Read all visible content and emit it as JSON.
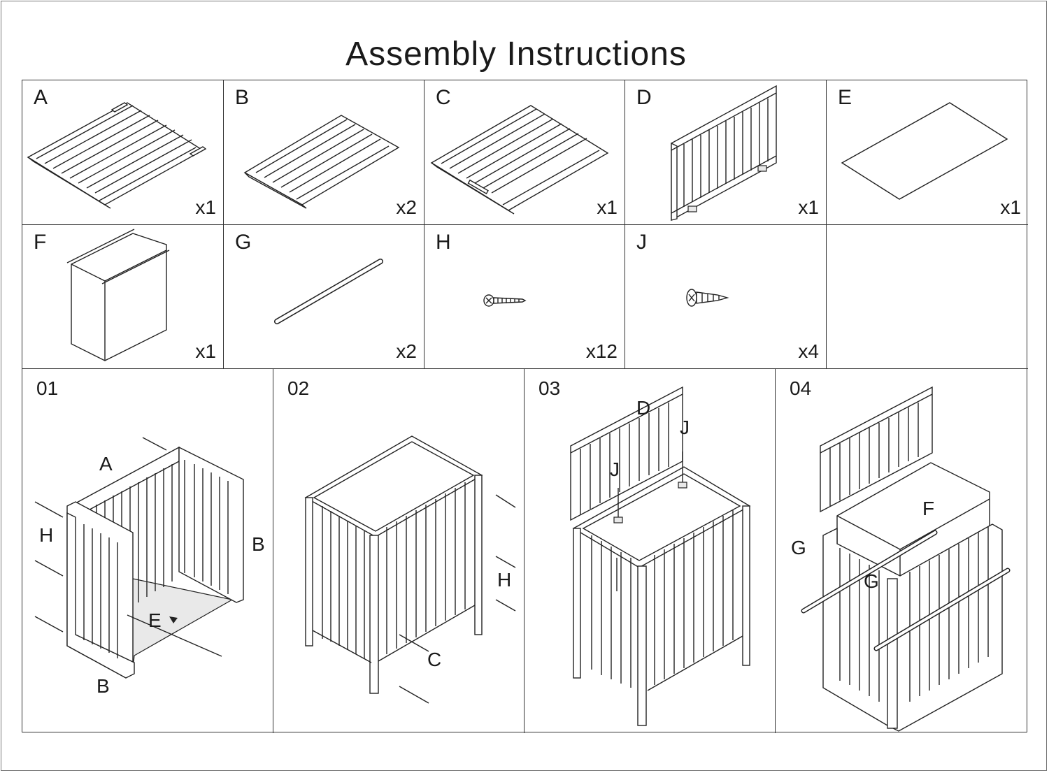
{
  "title": "Assembly Instructions",
  "parts": [
    {
      "letter": "A",
      "qty": "x1",
      "icon": "slatted-side-panel-icon"
    },
    {
      "letter": "B",
      "qty": "x2",
      "icon": "slatted-end-panel-icon"
    },
    {
      "letter": "C",
      "qty": "x1",
      "icon": "slatted-panel-with-handle-icon"
    },
    {
      "letter": "D",
      "qty": "x1",
      "icon": "slatted-lid-with-hinges-icon"
    },
    {
      "letter": "E",
      "qty": "x1",
      "icon": "bottom-board-icon"
    },
    {
      "letter": "F",
      "qty": "x1",
      "icon": "fabric-liner-bag-icon"
    },
    {
      "letter": "G",
      "qty": "x2",
      "icon": "rod-icon"
    },
    {
      "letter": "H",
      "qty": "x12",
      "icon": "long-screw-icon"
    },
    {
      "letter": "J",
      "qty": "x4",
      "icon": "short-screw-icon"
    }
  ],
  "steps": [
    {
      "number": "01",
      "labels": {
        "a": "A",
        "h": "H",
        "b_right": "B",
        "e": "E",
        "b_bottom": "B"
      }
    },
    {
      "number": "02",
      "labels": {
        "h": "H",
        "c": "C"
      }
    },
    {
      "number": "03",
      "labels": {
        "d": "D",
        "j_top": "J",
        "j_left": "J"
      }
    },
    {
      "number": "04",
      "labels": {
        "f": "F",
        "g_left": "G",
        "g_inner": "G"
      }
    }
  ]
}
